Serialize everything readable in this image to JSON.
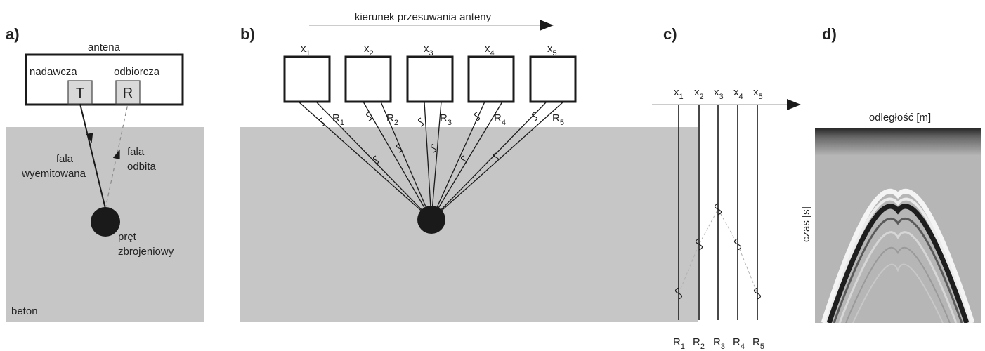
{
  "colors": {
    "concrete": "#c6c6c6",
    "ink": "#1a1a1a",
    "antenna_fill": "#d9d9d9"
  },
  "panel_a": {
    "label": "a)",
    "antenna": "antena",
    "transmitter_label": "nadawcza",
    "receiver_label": "odbiorcza",
    "transmitter_letter": "T",
    "receiver_letter": "R",
    "emitted_wave": [
      "fala",
      "wyemitowana"
    ],
    "reflected_wave": [
      "fala",
      "odbita"
    ],
    "rebar": [
      "pręt",
      "zbrojeniowy"
    ],
    "medium": "beton"
  },
  "panel_b": {
    "label": "b)",
    "direction": "kierunek przesuwania anteny",
    "positions": [
      {
        "x": "x",
        "sub": "1",
        "r": "R",
        "rsub": "1"
      },
      {
        "x": "x",
        "sub": "2",
        "r": "R",
        "rsub": "2"
      },
      {
        "x": "x",
        "sub": "3",
        "r": "R",
        "rsub": "3"
      },
      {
        "x": "x",
        "sub": "4",
        "r": "R",
        "rsub": "4"
      },
      {
        "x": "x",
        "sub": "5",
        "r": "R",
        "rsub": "5"
      }
    ]
  },
  "panel_c": {
    "label": "c)",
    "positions": [
      {
        "x": "x",
        "sub": "1",
        "r": "R",
        "rsub": "1"
      },
      {
        "x": "x",
        "sub": "2",
        "r": "R",
        "rsub": "2"
      },
      {
        "x": "x",
        "sub": "3",
        "r": "R",
        "rsub": "3"
      },
      {
        "x": "x",
        "sub": "4",
        "r": "R",
        "rsub": "4"
      },
      {
        "x": "x",
        "sub": "5",
        "r": "R",
        "rsub": "5"
      }
    ]
  },
  "panel_d": {
    "label": "d)",
    "x_axis": "odległość [m]",
    "y_axis": "czas [s]"
  }
}
